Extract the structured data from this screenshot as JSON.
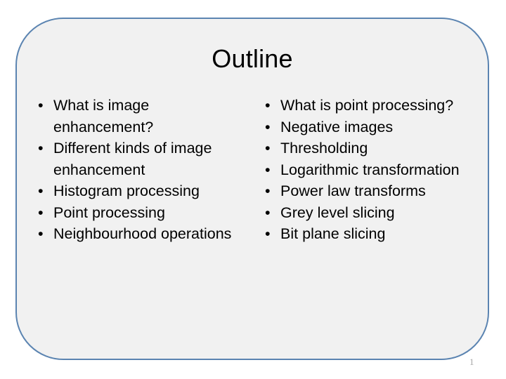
{
  "slide": {
    "title": "Outline",
    "page_number": "1",
    "bullet_glyph": "•",
    "colors": {
      "border": "#5B84B1",
      "fill": "#F1F1F1",
      "background": "#FFFFFF",
      "text": "#000000",
      "page_number": "#A6A6A6"
    },
    "columns": [
      {
        "name": "left-column",
        "items": [
          "What is image enhancement?",
          "Different kinds of image enhancement",
          "Histogram processing",
          "Point processing",
          "Neighbourhood operations"
        ]
      },
      {
        "name": "right-column",
        "items": [
          "What is point processing?",
          "Negative images",
          "Thresholding",
          "Logarithmic transformation",
          "Power law transforms",
          "Grey level slicing",
          "Bit plane slicing"
        ]
      }
    ]
  }
}
